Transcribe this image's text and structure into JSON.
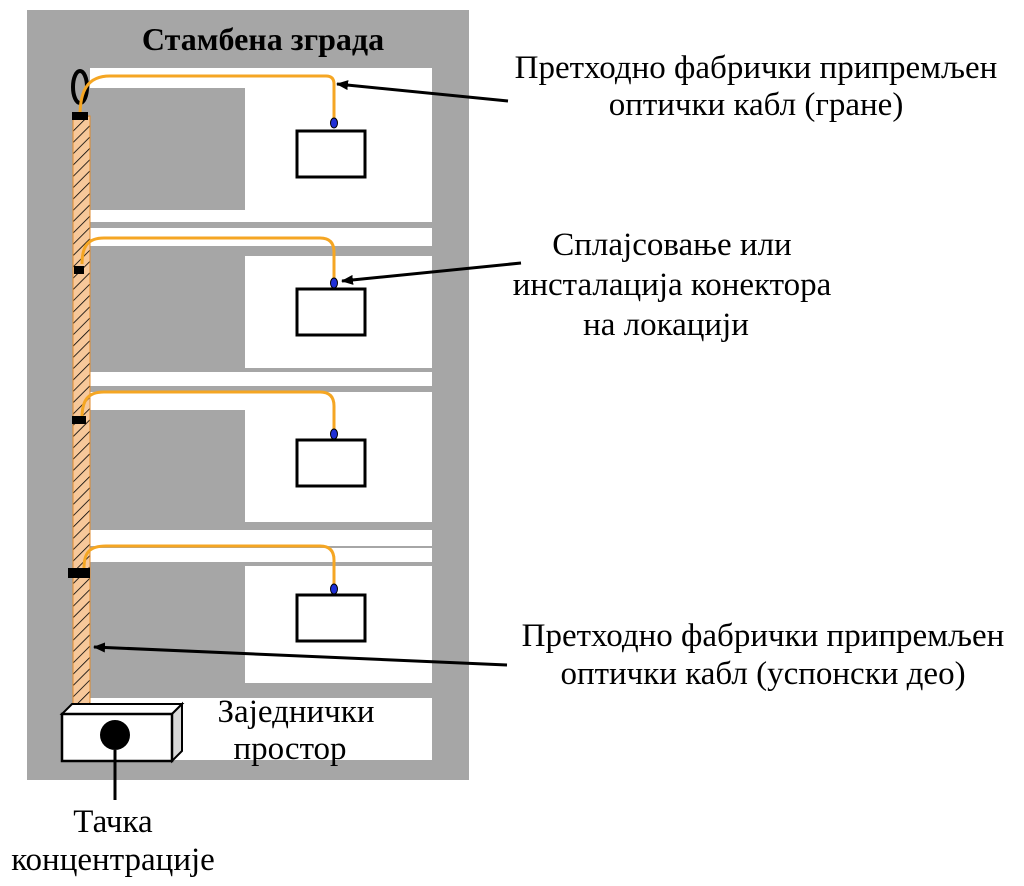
{
  "building": {
    "title": "Стамбена зграда",
    "common_area": [
      "Заједнички",
      "простор"
    ]
  },
  "concentration_point": {
    "label": [
      "Тачка",
      "концентрације"
    ]
  },
  "callouts": {
    "branch_cable": [
      "Претходно фабрички припремљен",
      "оптички кабл (гране)"
    ],
    "splicing": [
      "Сплајсовање или",
      "инсталација конектора",
      "на локацији"
    ],
    "riser_cable": [
      "Претходно фабрички припремљен",
      "оптички кабл (успонски део)"
    ]
  },
  "colors": {
    "building_gray": "#a6a6a6",
    "fiber_orange": "#f5a623",
    "riser_fill": "#f7c89a",
    "connector_blue": "#1f2fd6",
    "outline": "#000000"
  }
}
